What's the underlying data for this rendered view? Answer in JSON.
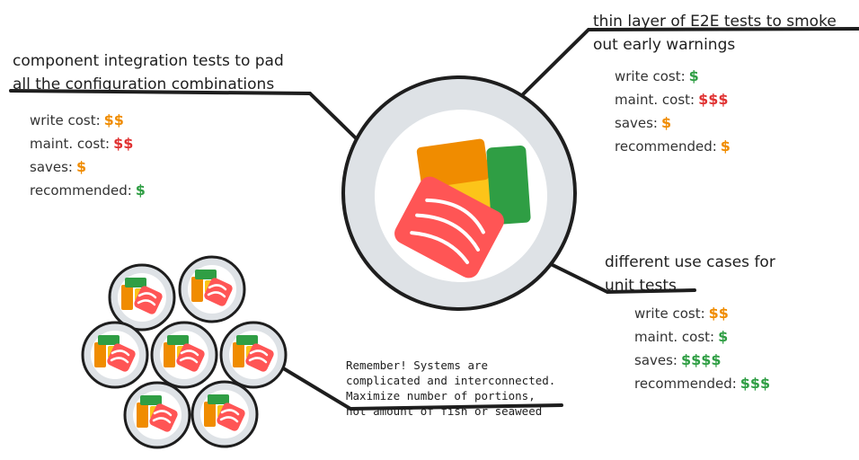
{
  "colors": {
    "green": "#2f9e44",
    "orange": "#f08c00",
    "red": "#e03131",
    "plate": "#dee2e6",
    "tuna": "#ff5555",
    "tamago": "#fcc419",
    "nori": "#2f9e44"
  },
  "top_left": {
    "line1": "component integration tests to pad",
    "line2": "all the configuration combinations",
    "stats": [
      {
        "label": "write cost:",
        "value": "$$",
        "color": "#f08c00"
      },
      {
        "label": "maint. cost:",
        "value": "$$",
        "color": "#e03131"
      },
      {
        "label": "saves:",
        "value": "$",
        "color": "#f08c00"
      },
      {
        "label": "recommended:",
        "value": "$",
        "color": "#2f9e44"
      }
    ]
  },
  "top_right": {
    "line1": "thin layer of E2E tests to smoke",
    "line2": "out early warnings",
    "stats": [
      {
        "label": "write cost:",
        "value": "$",
        "color": "#2f9e44"
      },
      {
        "label": "maint. cost:",
        "value": "$$$",
        "color": "#e03131"
      },
      {
        "label": "saves:",
        "value": "$",
        "color": "#f08c00"
      },
      {
        "label": "recommended:",
        "value": "$",
        "color": "#f08c00"
      }
    ]
  },
  "bottom_right": {
    "line1": "different use cases for",
    "line2": "unit tests",
    "stats": [
      {
        "label": "write cost:",
        "value": "$$",
        "color": "#f08c00"
      },
      {
        "label": "maint. cost:",
        "value": "$",
        "color": "#2f9e44"
      },
      {
        "label": "saves:",
        "value": "$$$$",
        "color": "#2f9e44"
      },
      {
        "label": "recommended:",
        "value": "$$$",
        "color": "#2f9e44"
      }
    ]
  },
  "note": {
    "line1": "Remember! Systems are",
    "line2": "complicated and interconnected.",
    "line3": "Maximize number of portions,",
    "line4": "not amount of fish or seaweed"
  }
}
